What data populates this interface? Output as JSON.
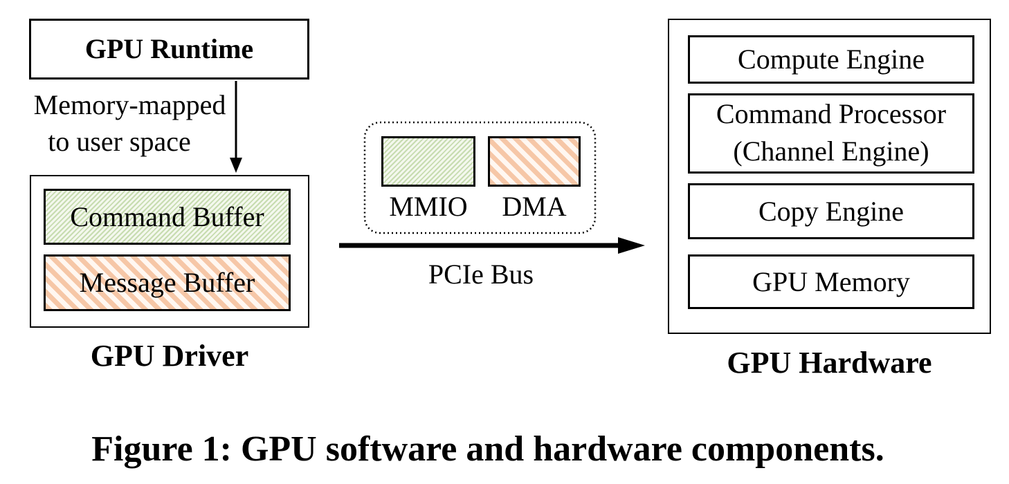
{
  "runtime": {
    "title": "GPU Runtime"
  },
  "mapping_label": {
    "line1": "Memory-mapped",
    "line2": "to user space"
  },
  "driver": {
    "title": "GPU Driver",
    "command_buffer": "Command Buffer",
    "message_buffer": "Message Buffer"
  },
  "bus": {
    "mmio": "MMIO",
    "dma": "DMA",
    "label": "PCIe Bus"
  },
  "hardware": {
    "title": "GPU Hardware",
    "compute_engine": "Compute Engine",
    "command_processor_line1": "Command Processor",
    "command_processor_line2": "(Channel Engine)",
    "copy_engine": "Copy Engine",
    "gpu_memory": "GPU Memory"
  },
  "caption": "Figure 1: GPU software and hardware components.",
  "colors": {
    "green_hatch": "#c7dcb0",
    "orange_hatch": "#f6c7a7"
  }
}
